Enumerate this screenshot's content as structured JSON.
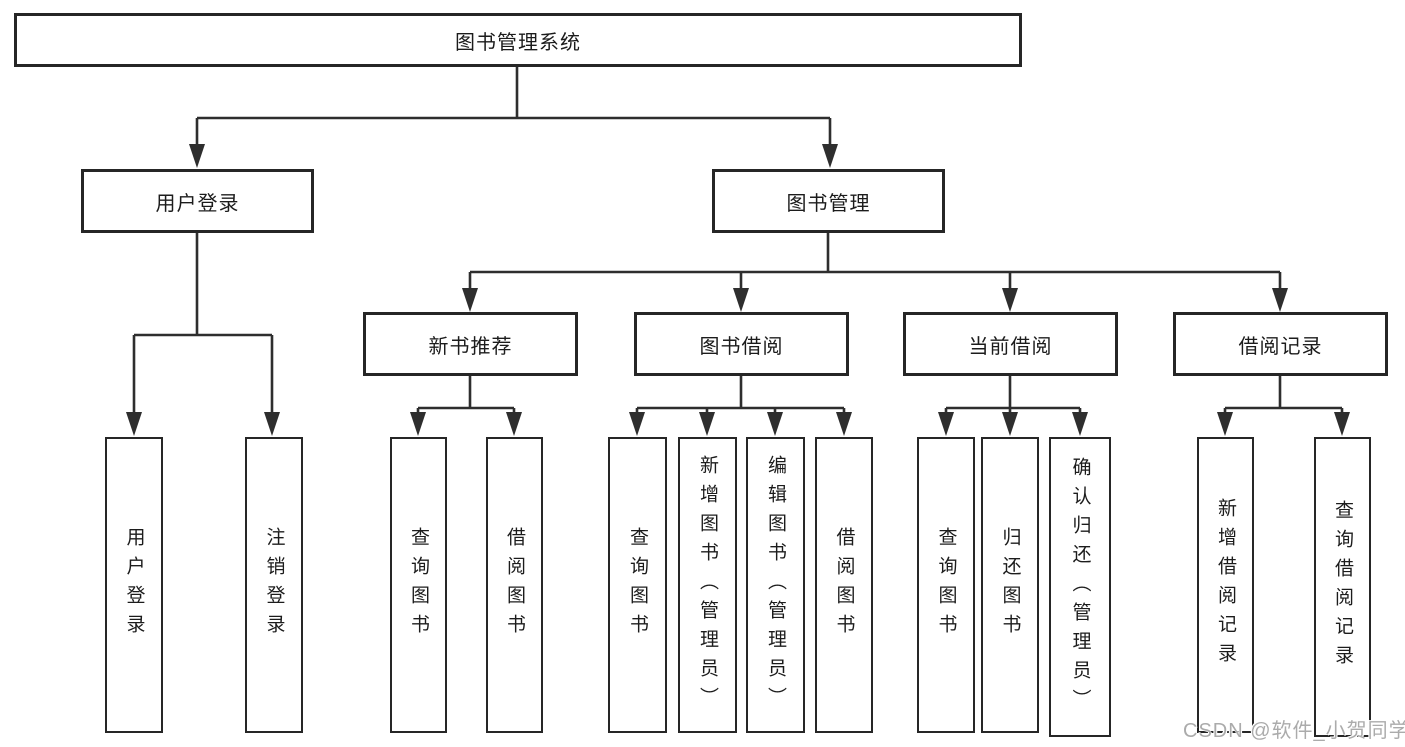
{
  "diagram": {
    "root": {
      "label": "图书管理系统"
    },
    "user_login": {
      "label": "用户登录",
      "children": [
        {
          "label": "用户登录"
        },
        {
          "label": "注销登录"
        }
      ]
    },
    "book_mgmt": {
      "label": "图书管理",
      "children": [
        {
          "label": "新书推荐",
          "children": [
            {
              "label": "查询图书"
            },
            {
              "label": "借阅图书"
            }
          ]
        },
        {
          "label": "图书借阅",
          "children": [
            {
              "label": "查询图书"
            },
            {
              "label": "新增图书（管理员）"
            },
            {
              "label": "编辑图书（管理员）"
            },
            {
              "label": "借阅图书"
            }
          ]
        },
        {
          "label": "当前借阅",
          "children": [
            {
              "label": "查询图书"
            },
            {
              "label": "归还图书"
            },
            {
              "label": "确认归还（管理员）"
            }
          ]
        },
        {
          "label": "借阅记录",
          "children": [
            {
              "label": "新增借阅记录"
            },
            {
              "label": "查询借阅记录"
            }
          ]
        }
      ]
    },
    "colors": {
      "line": "#2e2e2e",
      "box_border": "#262626",
      "text": "#1c1c1c",
      "watermark": "#ababab",
      "background": "#ffffff"
    }
  },
  "watermark": "CSDN @软件_小贺同学"
}
